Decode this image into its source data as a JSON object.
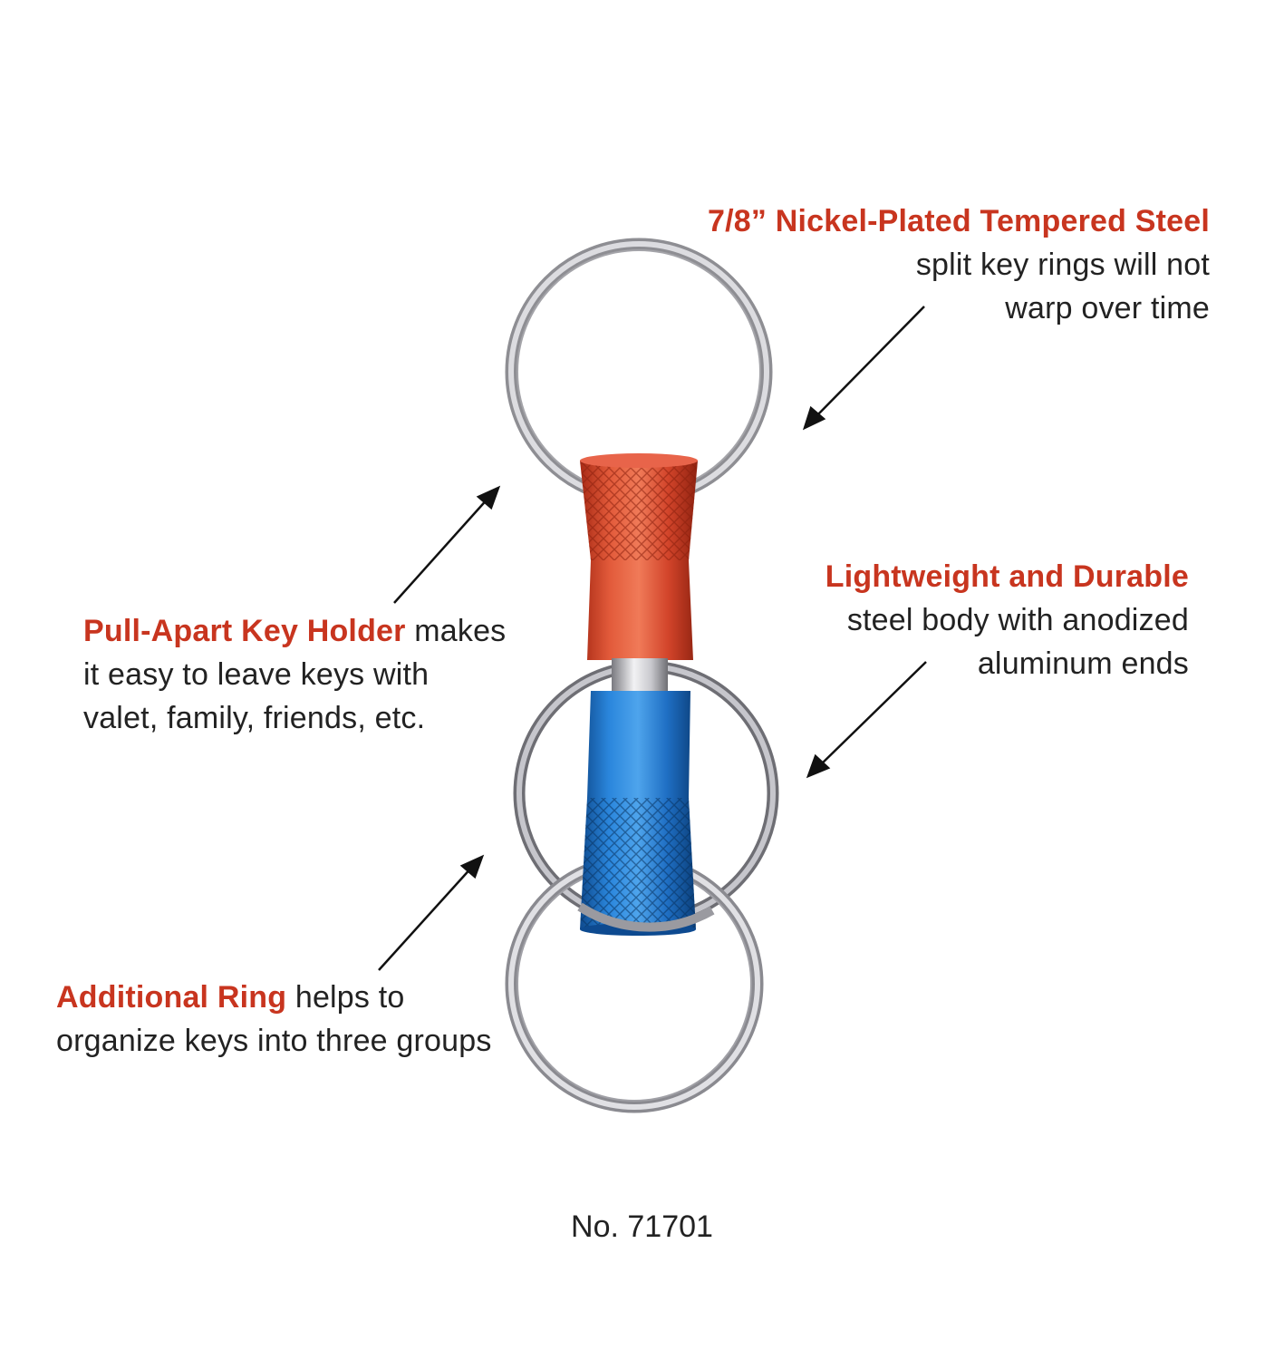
{
  "callouts": {
    "steel": {
      "highlight": "7/8” Nickel-Plated Tempered Steel",
      "line1": "split key rings will not",
      "line2": "warp over time"
    },
    "durable": {
      "highlight": "Lightweight and Durable",
      "line1": "steel body with anodized",
      "line2": "aluminum ends"
    },
    "pull_apart": {
      "highlight": "Pull-Apart Key Holder",
      "line1_rest": " makes",
      "line2": "it easy to leave keys with",
      "line3": "valet, family, friends, etc."
    },
    "additional_ring": {
      "highlight": "Additional Ring",
      "line1_rest": " helps to",
      "line2": "organize keys into three groups"
    }
  },
  "model_number": "No. 71701",
  "colors": {
    "highlight": "#c8351f",
    "text": "#222222",
    "red_anodized": "#d2442a",
    "blue_anodized": "#1f6fc4",
    "ring_metal": "#b8b8bc"
  }
}
